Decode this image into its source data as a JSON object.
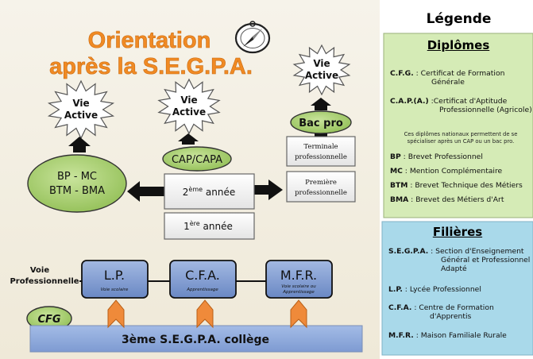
{
  "title": {
    "line1": "Orientation",
    "line2": "après la S.E.G.P.A."
  },
  "bursts": [
    {
      "line1": "Vie",
      "line2": "Active"
    },
    {
      "line1": "Vie",
      "line2": "Active"
    },
    {
      "line1": "Vie",
      "line2": "Active"
    }
  ],
  "ovals": {
    "bp": {
      "line1": "BP - MC",
      "line2": "BTM - BMA"
    },
    "cap": "CAP/CAPA",
    "bacpro": "Bac pro",
    "cfg": "CFG"
  },
  "years": {
    "second": {
      "num": "2",
      "sup": "ème",
      "label": "année"
    },
    "first": {
      "num": "1",
      "sup": "ère",
      "label": "année"
    }
  },
  "lycee": {
    "terminale": {
      "line1": "Terminale",
      "line2": "professionnelle"
    },
    "premiere": {
      "line1": "Première",
      "line2": "professionnelle"
    }
  },
  "voie": {
    "line1": "Voie",
    "line2": "Professionnelle"
  },
  "schools": [
    {
      "name": "L.P.",
      "sub1": "Voie scolaire",
      "sub2": ""
    },
    {
      "name": "C.F.A.",
      "sub1": "Apprentissage",
      "sub2": ""
    },
    {
      "name": "M.F.R.",
      "sub1": "Voie scolaire ou",
      "sub2": "Apprentissage"
    }
  ],
  "base": "3ème S.E.G.P.A. collège",
  "legend": {
    "title": "Légende",
    "diplomes": {
      "title": "Diplômes",
      "entries": [
        {
          "abbr": "C.F.G.",
          "sep": " : ",
          "def1": "Certificat de Formation",
          "def2": "Générale"
        },
        {
          "abbr": "C.A.P.(A.)",
          "sep": " :",
          "def1": "Certificat d'Aptitude",
          "def2": "Professionnelle (Agricole)"
        },
        {
          "abbr": "BP",
          "sep": " : ",
          "def1": "Brevet Professionnel",
          "def2": ""
        },
        {
          "abbr": "MC",
          "sep": " : ",
          "def1": "Mention Complémentaire",
          "def2": ""
        },
        {
          "abbr": "BTM",
          "sep": " : ",
          "def1": "Brevet Technique des Métiers",
          "def2": ""
        },
        {
          "abbr": "BMA",
          "sep": " : ",
          "def1": "Brevet des Métiers d'Art",
          "def2": ""
        }
      ],
      "note1": "Ces diplômes nationaux permettent de se",
      "note2": "spécialiser après un CAP ou un bac pro."
    },
    "filieres": {
      "title": "Filières",
      "entries": [
        {
          "abbr": "S.E.G.P.A.",
          "sep": " : ",
          "def1": "Section d'Enseignement",
          "def2": "Général et Professionnel",
          "def3": "Adapté"
        },
        {
          "abbr": "L.P.",
          "sep": " : ",
          "def1": "Lycée Professionnel",
          "def2": "",
          "def3": ""
        },
        {
          "abbr": "C.F.A.",
          "sep": " : ",
          "def1": "Centre de Formation",
          "def2": "d'Apprentis",
          "def3": ""
        },
        {
          "abbr": "M.F.R.",
          "sep": " : ",
          "def1": "Maison Familiale Rurale",
          "def2": "",
          "def3": ""
        }
      ]
    }
  },
  "colors": {
    "background": "#f4f0e4",
    "title_orange": "#f08a24",
    "oval_green": "#a8cf6d",
    "school_blue": "#7f9bd0",
    "base_blue": "#8fa9d9",
    "legend_green": "#d5ebb6",
    "legend_blue": "#a9d9ea",
    "chevron_orange": "#ef8a3a"
  }
}
